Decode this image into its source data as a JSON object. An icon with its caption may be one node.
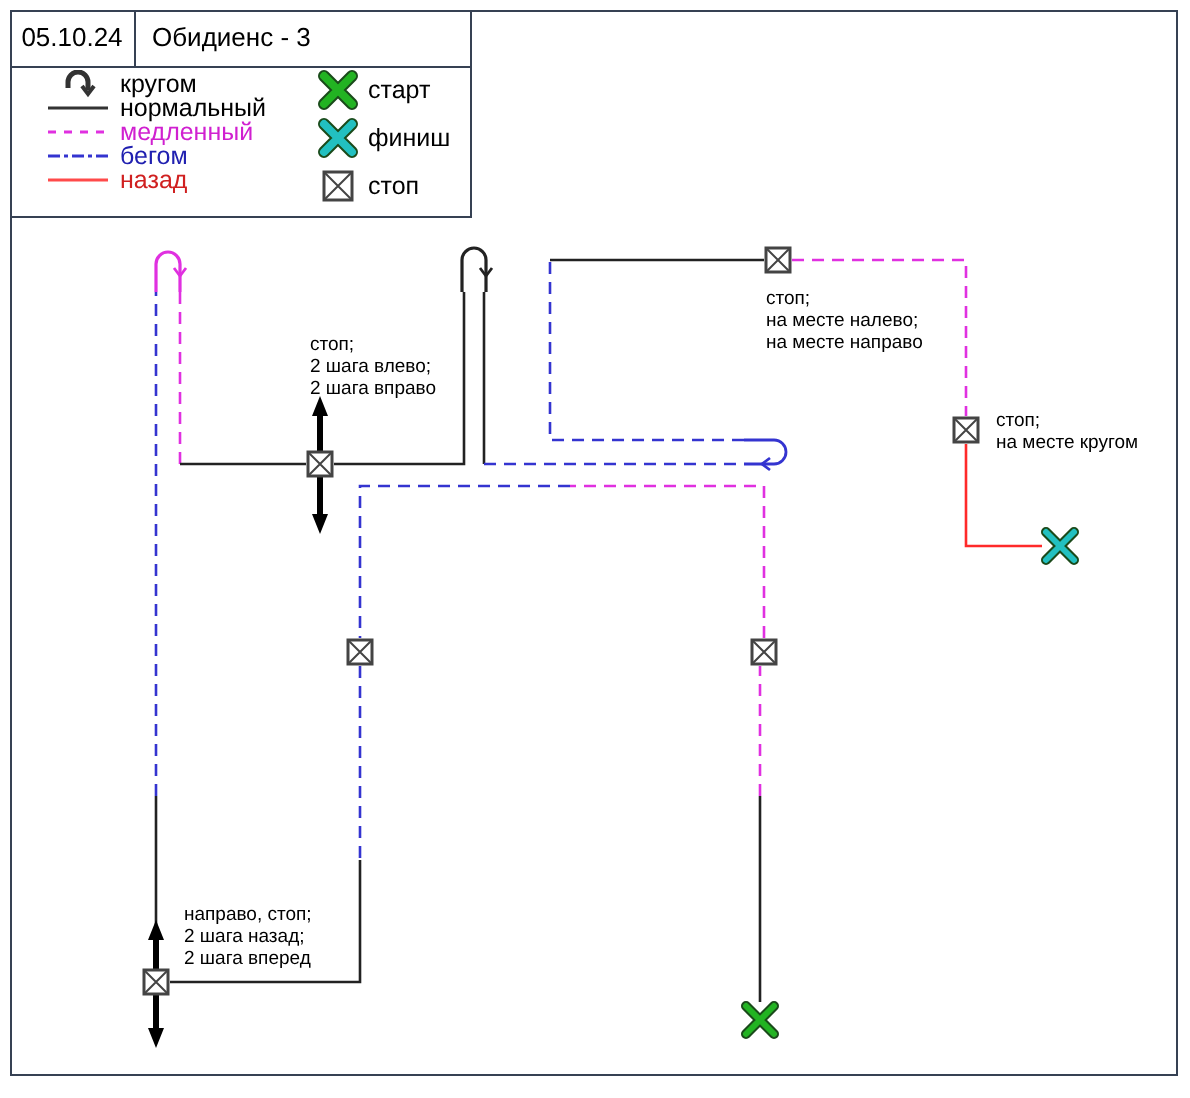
{
  "diagram": {
    "title": "Обидиенс - 3",
    "nodes": [
      {
        "text": [],
        "shape": "cross"
      },
      {
        "text": [],
        "shape": "box"
      },
      {
        "text": [],
        "shape": "box"
      },
      {
        "text": [],
        "shape": "box",
        "beside": [
          "направо, стоп;",
          "2 шага назад;",
          "2 шага вперед"
        ]
      },
      {
        "text": [],
        "shape": "loop"
      },
      {
        "text": [],
        "shape": "box",
        "beside": [
          "стоп;",
          "2 шага влево;",
          "2 шага вправо"
        ]
      },
      {
        "text": [],
        "shape": "loop"
      },
      {
        "text": [],
        "shape": "loop"
      },
      {
        "text": [],
        "shape": "box",
        "beside": [
          "стоп;",
          "на месте налево;",
          "на месте направо"
        ]
      },
      {
        "text": [],
        "shape": "box",
        "beside": [
          "стоп;",
          "на месте кругом"
        ]
      },
      {
        "text": [],
        "shape": "cross"
      }
    ],
    "edges": [
      {
        "from": 0,
        "to": null,
        "arrow": "none"
      },
      {
        "from": null,
        "to": 2,
        "arrow": "none",
        "style": "dashed",
        "color": "#e030e0"
      },
      {
        "from": 2,
        "to": null,
        "arrow": "none",
        "style": "dashed",
        "color": "#e030e0"
      },
      {
        "from": null,
        "to": 1,
        "arrow": "none",
        "style": "dashed",
        "color": "#3434d0"
      },
      {
        "from": 1,
        "to": null,
        "arrow": "none",
        "style": "dashed",
        "color": "#3434d0"
      },
      {
        "from": null,
        "to": 3,
        "arrow": "none"
      },
      {
        "from": 3,
        "to": null,
        "arrow": "none"
      },
      {
        "from": null,
        "to": 4,
        "arrow": "none",
        "style": "dashed",
        "color": "#3434d0"
      },
      {
        "from": 4,
        "to": null,
        "arrow": "none",
        "style": "dashed",
        "color": "#e030e0"
      },
      {
        "from": null,
        "to": 5,
        "arrow": "none"
      },
      {
        "from": 5,
        "to": 6,
        "arrow": "none"
      },
      {
        "from": 6,
        "to": null,
        "arrow": "none"
      },
      {
        "from": null,
        "to": 7,
        "arrow": "none",
        "style": "dashed",
        "color": "#3434d0"
      },
      {
        "from": 7,
        "to": null,
        "arrow": "none",
        "style": "dashed",
        "color": "#3434d0"
      },
      {
        "from": null,
        "to": 8,
        "arrow": "none"
      },
      {
        "from": 8,
        "to": 9,
        "arrow": "none",
        "style": "dashed",
        "color": "#e030e0"
      },
      {
        "from": 9,
        "to": 10,
        "arrow": "none",
        "color": "#ff2a2a"
      }
    ],
    "labels": [
      "05.10.24"
    ],
    "legend": [
      {
        "text": "кругом"
      },
      {
        "text": "нормальный"
      },
      {
        "text": "медленный"
      },
      {
        "text": "бегом"
      },
      {
        "text": "назад"
      },
      {
        "text": "старт"
      },
      {
        "text": "финиш"
      },
      {
        "text": "стоп"
      }
    ]
  }
}
